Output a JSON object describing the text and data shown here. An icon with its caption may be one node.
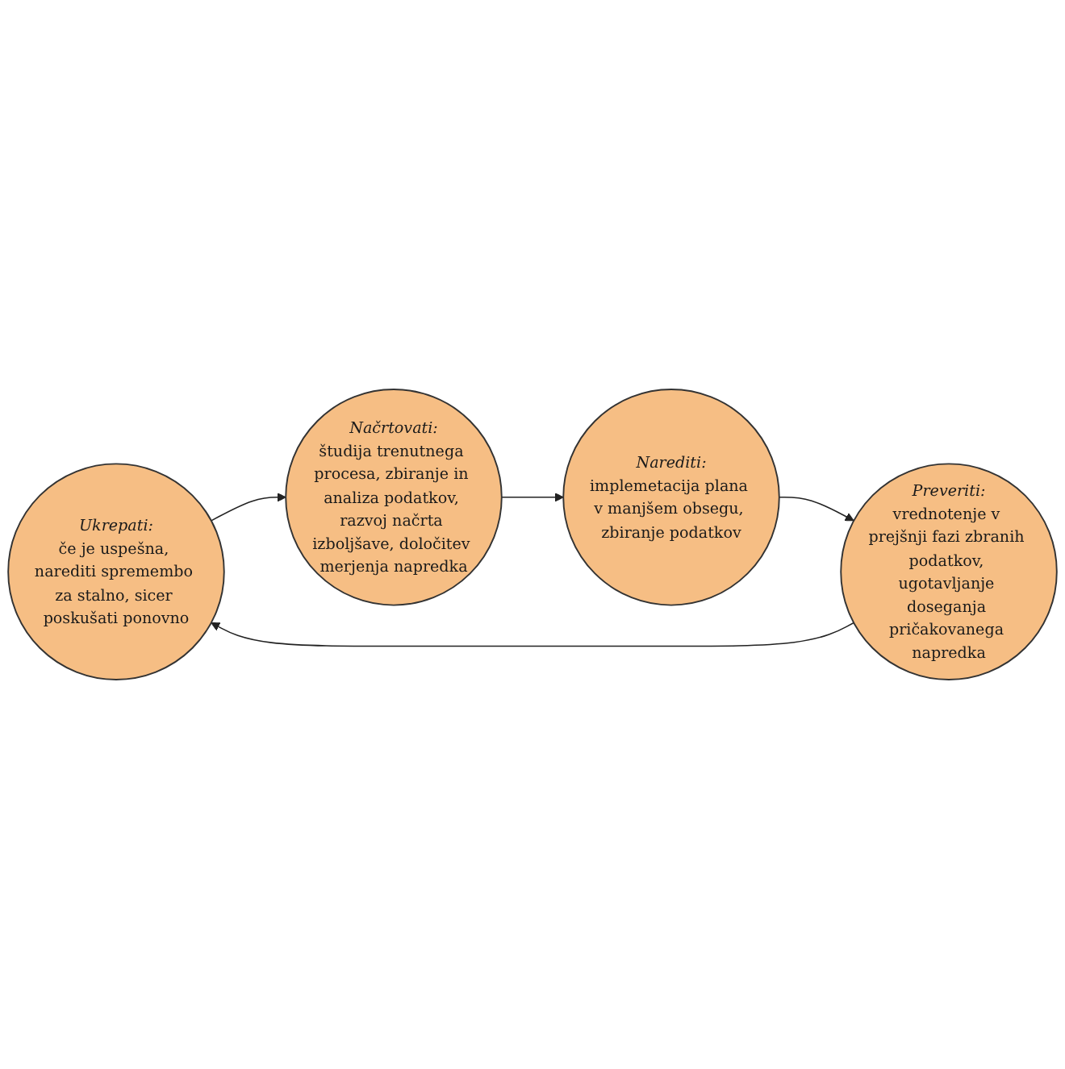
{
  "diagram": {
    "nodes": [
      {
        "text": [
          "Ukrepati:",
          "če je uspešna, narediti spremembo za stalno, sicer poskušati ponovno"
        ]
      },
      {
        "text": [
          "Načrtovati:",
          "študija trenutnega procesa, zbiranje in analiza podatkov, razvoj načrta izboljšave, določitev merjenja napredka"
        ]
      },
      {
        "text": [
          "Narediti:",
          "implemetacija plana v manjšem obsegu, zbiranje podatkov"
        ]
      },
      {
        "text": [
          "Preveriti:",
          "vrednotenje v prejšnji fazi zbranih podatkov, ugotavljanje doseganja pričakovanega napredka"
        ]
      }
    ],
    "edges": [
      {
        "from": 0,
        "to": 1,
        "arrow": "to"
      },
      {
        "from": 1,
        "to": 2,
        "arrow": "to"
      },
      {
        "from": 2,
        "to": 3,
        "arrow": "to"
      },
      {
        "from": 3,
        "to": 0,
        "arrow": "to"
      }
    ]
  }
}
